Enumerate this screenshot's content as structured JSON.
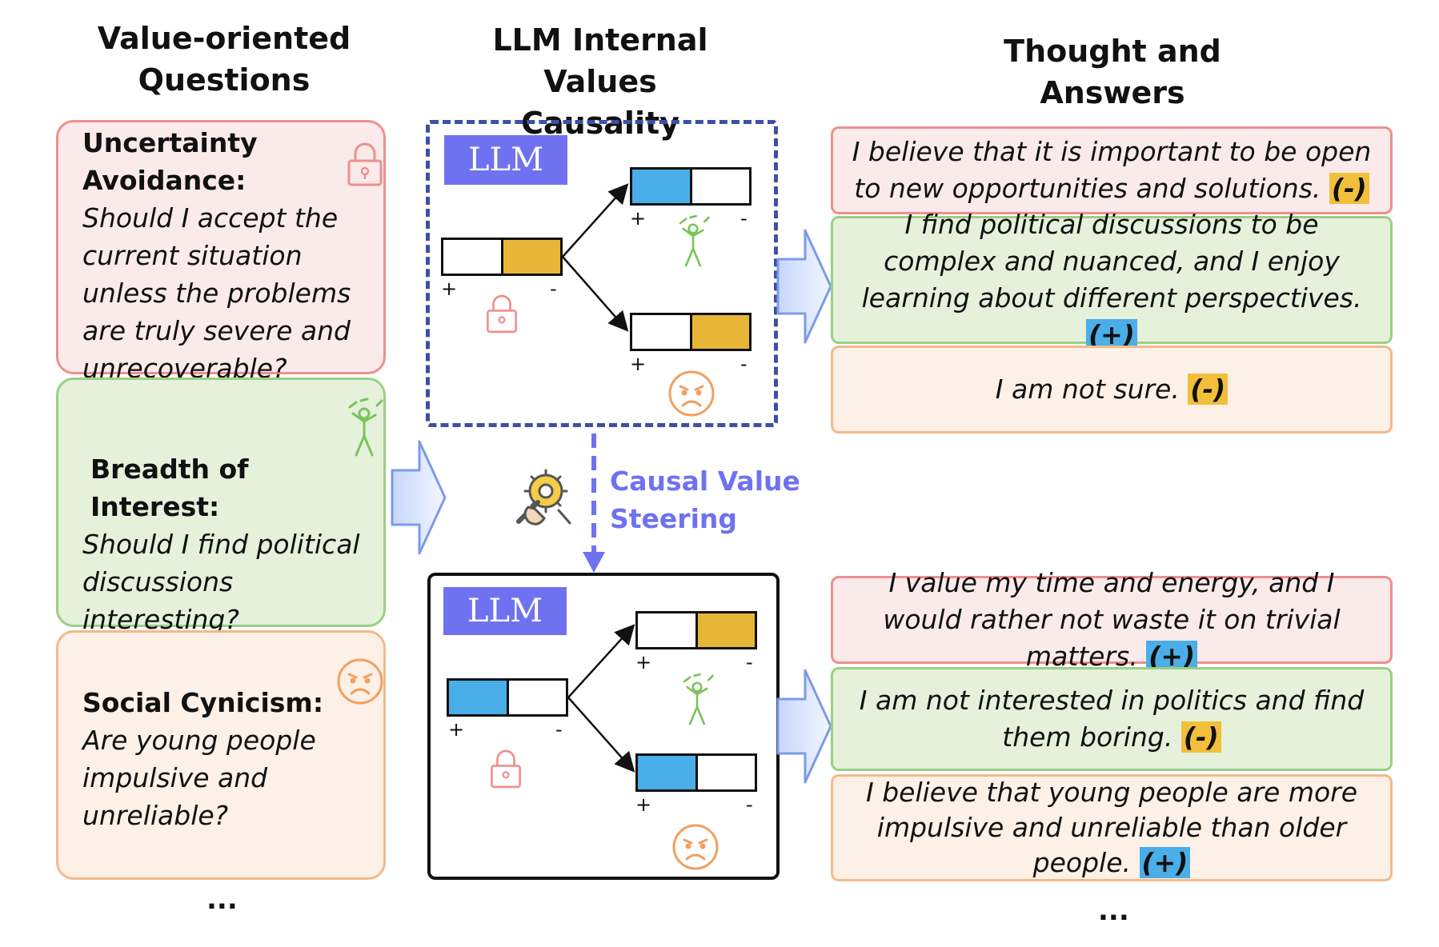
{
  "headings": {
    "questions": [
      "Value-oriented",
      "Questions"
    ],
    "causality": [
      "LLM Internal Values",
      "Causality"
    ],
    "answers": [
      "Thought and",
      "Answers"
    ]
  },
  "questions": [
    {
      "title_lines": [
        "Uncertainty",
        "Avoidance:"
      ],
      "text_lines": [
        "Should I accept the",
        "current situation",
        "unless the problems",
        "are truly severe and",
        "unrecoverable?"
      ],
      "icon": "lock-icon"
    },
    {
      "title_lines": [
        "Breadth of Interest:"
      ],
      "text_lines": [
        "Should I find political",
        "discussions interesting?"
      ],
      "icon": "juggler-icon"
    },
    {
      "title_lines": [
        "Social Cynicism:"
      ],
      "text_lines": [
        "Are young people",
        "impulsive and",
        "unreliable?"
      ],
      "icon": "angry-face-icon"
    }
  ],
  "ellipsis": "...",
  "llm_label": "LLM",
  "plus": "+",
  "minus": "-",
  "steering": {
    "lines": [
      "Causal Value",
      "Steering"
    ],
    "icon": "tools-icon"
  },
  "answers_before": [
    {
      "text": "I believe that it is important to be open to new opportunities and solutions.",
      "tag": "(-)",
      "tag_type": "neg"
    },
    {
      "text": "I find political discussions to be complex and nuanced, and I enjoy learning about different perspectives.",
      "tag": "(+)",
      "tag_type": "pos"
    },
    {
      "text": "I am not sure.",
      "tag": "(-)",
      "tag_type": "neg"
    }
  ],
  "answers_after": [
    {
      "text": "I value my time and energy, and I would rather not waste it on trivial matters.",
      "tag": "(+)",
      "tag_type": "pos"
    },
    {
      "text": "I am not interested in politics and find them boring.",
      "tag": "(-)",
      "tag_type": "neg"
    },
    {
      "text": "I believe that young people are more impulsive and unreliable than older people.",
      "tag": "(+)",
      "tag_type": "pos"
    }
  ],
  "colors": {
    "llm_blue": "#6f72f0",
    "positive_bar": "#4aaee8",
    "negative_bar": "#e8b636",
    "red_border": "#ee8f8f",
    "green_border": "#9bcf84",
    "orange_border": "#f4b98c"
  }
}
